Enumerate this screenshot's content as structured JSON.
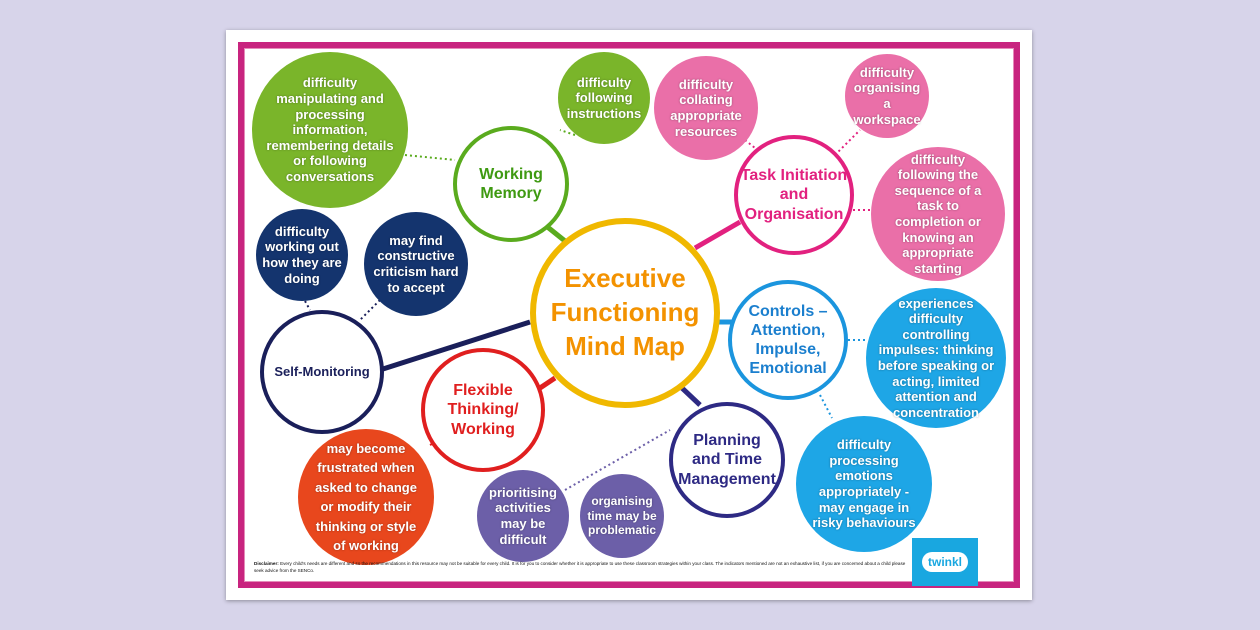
{
  "title": "Executive Functioning Mind Map",
  "colors": {
    "background": "#d7d4ea",
    "frame": "#c8247f",
    "center": "#f0b800",
    "center_text": "#f39200"
  },
  "branches": [
    {
      "id": "working-memory",
      "label": "Working Memory",
      "color": "#5aab1e",
      "sub_color": "#7ab52a",
      "subs": [
        "difficulty manipulating and processing information, remembering details or following conversations",
        "difficulty following instructions"
      ]
    },
    {
      "id": "task-initiation",
      "label": "Task Initiation and Organisation",
      "color": "#e2217f",
      "sub_color": "#ea6fa8",
      "subs": [
        "difficulty collating appropriate resources",
        "difficulty organising a workspace",
        "difficulty following the sequence of a task to completion or knowing an appropriate starting"
      ]
    },
    {
      "id": "controls",
      "label": "Controls – Attention, Impulse, Emotional",
      "color": "#1b95de",
      "sub_color": "#1ea6e6",
      "subs": [
        "experiences difficulty controlling impulses: thinking before speaking or acting, limited attention and concentration",
        "difficulty processing emotions appropriately - may engage in risky behaviours"
      ]
    },
    {
      "id": "planning",
      "label": "Planning and Time Management",
      "color": "#2e2a84",
      "sub_color": "#6c5fa8",
      "subs": [
        "prioritising activities may be difficult",
        "organising time may be problematic"
      ]
    },
    {
      "id": "flexible",
      "label": "Flexible Thinking/ Working",
      "color": "#e01f1f",
      "sub_color": "#e8471d",
      "subs": [
        "may become frustrated when asked to change or modify their thinking or style of working"
      ]
    },
    {
      "id": "self-monitoring",
      "label": "Self-Monitoring",
      "color": "#1a1f5a",
      "sub_color": "#14346e",
      "subs": [
        "difficulty working out how they are doing",
        "may find constructive criticism hard to accept"
      ]
    }
  ],
  "disclaimer_label": "Disclaimer:",
  "disclaimer": "Every child's needs are different and so the recommendations in this resource may not be suitable for every child. It is for you to consider whether it is appropriate to use these classroom strategies within your class. The indicators mentioned are not an exhaustive list, if you are concerned about a child please seek advice from the SENCo.",
  "logo": "twinkl"
}
